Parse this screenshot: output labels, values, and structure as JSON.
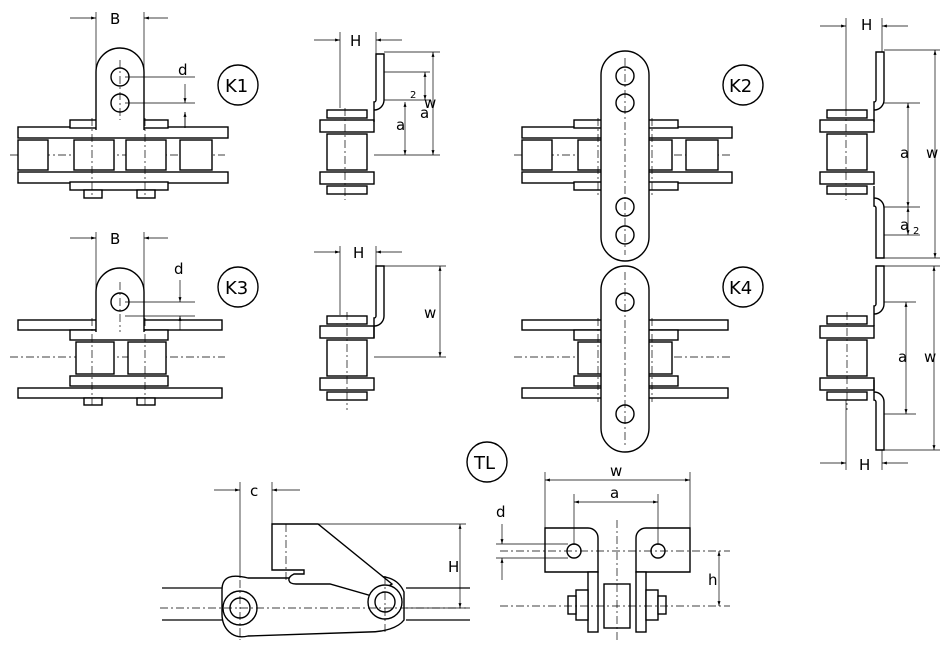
{
  "variants": [
    "K1",
    "K2",
    "K3",
    "K4",
    "TL"
  ],
  "dims": {
    "B": "B",
    "d": "d",
    "H": "H",
    "a": "a",
    "a2": "a",
    "sub2": "2",
    "w": "w",
    "c": "c",
    "h": "h"
  }
}
